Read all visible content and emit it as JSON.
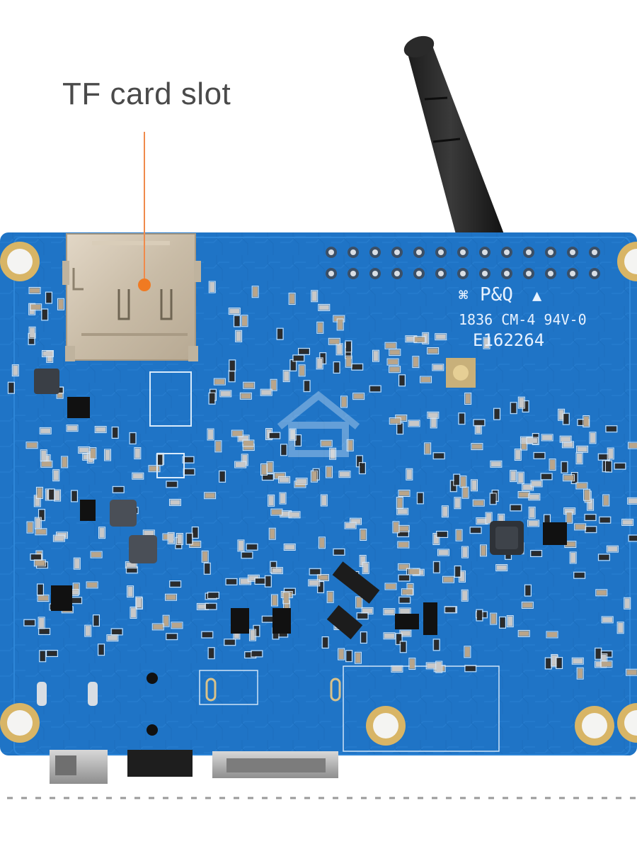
{
  "callout": {
    "label": "TF card slot",
    "line_color": "#f08a4b",
    "dot_color": "#f07a22"
  },
  "board": {
    "color": "#1f74c6",
    "silkscreen": {
      "logo": "P&Q",
      "date_code": "1836 CM-4 94V-0",
      "file_id": "E162264"
    }
  },
  "colors": {
    "background": "#ffffff",
    "pad_gold": "#d8b566",
    "divider": "#9a9a9a"
  },
  "icons": [
    "home-watermark-icon",
    "mounting-hole-icon"
  ]
}
